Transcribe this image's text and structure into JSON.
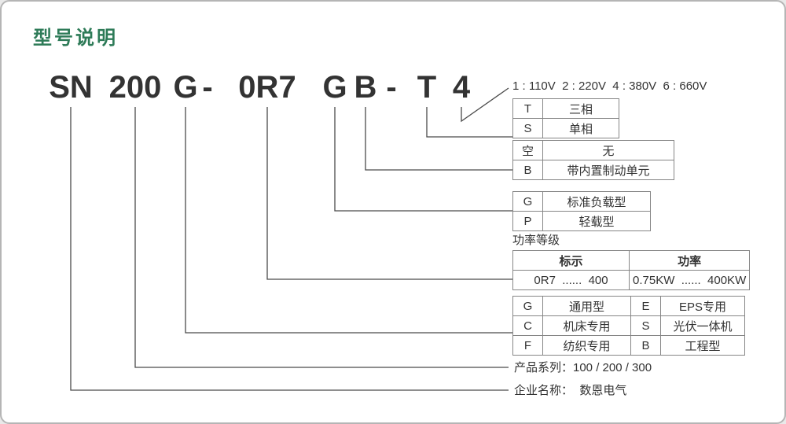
{
  "page": {
    "title": "型号说明"
  },
  "model": {
    "segments": [
      "SN",
      "200",
      "G",
      "-",
      "0R7",
      "G",
      "B",
      "-",
      "T",
      "4"
    ]
  },
  "voltage_note": "1 : 110V  2 : 220V  4 : 380V  6 : 660V",
  "tables": {
    "phase": {
      "rows": [
        [
          "T",
          "三相"
        ],
        [
          "S",
          "单相"
        ]
      ]
    },
    "brake": {
      "rows": [
        [
          "空",
          "无"
        ],
        [
          "B",
          "带内置制动单元"
        ]
      ]
    },
    "load": {
      "rows": [
        [
          "G",
          "标准负载型"
        ],
        [
          "P",
          "轻载型"
        ]
      ]
    },
    "power": {
      "label": "功率等级",
      "headers": [
        "标示",
        "功率"
      ],
      "row": [
        "0R7  ......  400",
        "0.75KW  ......  400KW"
      ]
    },
    "usage": {
      "rows": [
        [
          "G",
          "通用型",
          "E",
          "EPS专用"
        ],
        [
          "C",
          "机床专用",
          "S",
          "光伏一体机"
        ],
        [
          "F",
          "纺织专用",
          "B",
          "工程型"
        ]
      ]
    }
  },
  "footer": {
    "series": "产品系列：100 / 200 / 300",
    "company": "企业名称：  数恩电气"
  }
}
